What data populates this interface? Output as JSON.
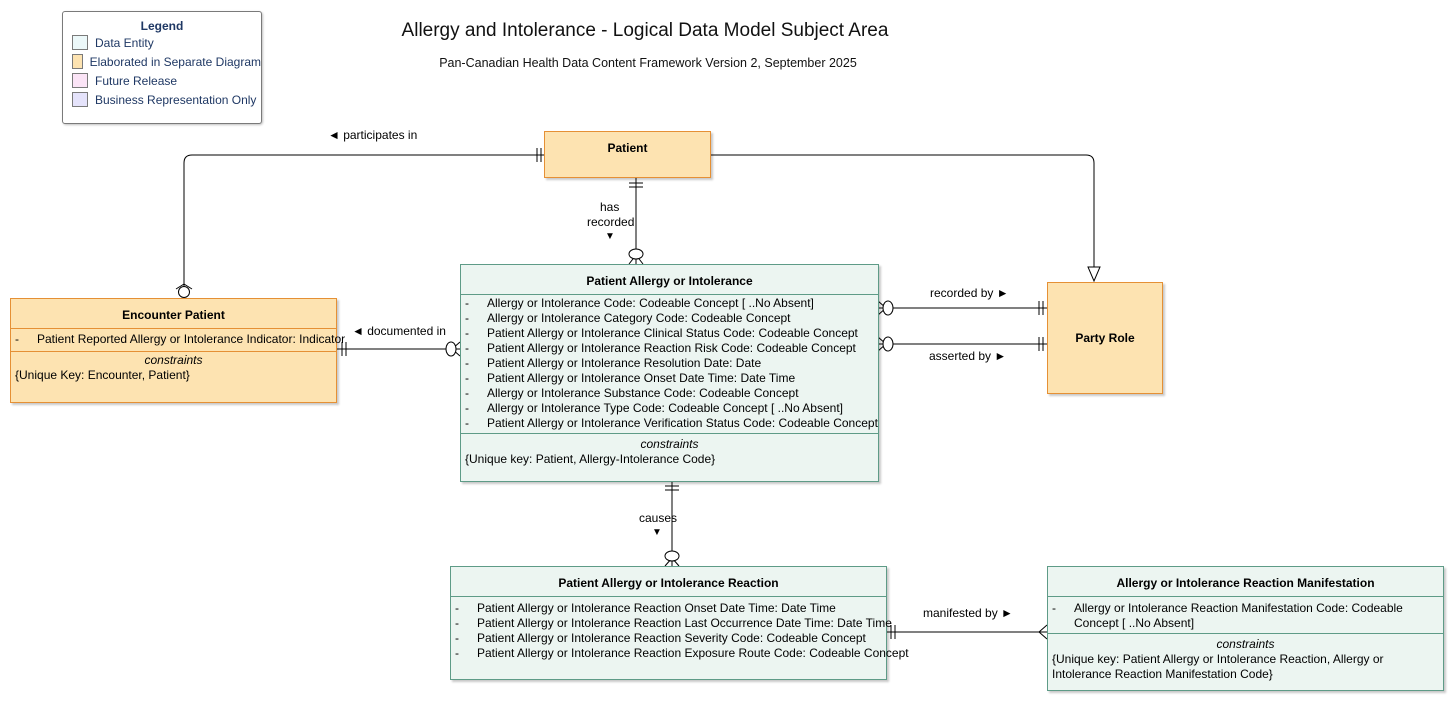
{
  "legend": {
    "title": "Legend",
    "items": [
      {
        "label": "Data Entity",
        "color": "#ecf8f9"
      },
      {
        "label": "Elaborated in Separate Diagram",
        "color": "#fde3b1"
      },
      {
        "label": "Future Release",
        "color": "#fbe4f6"
      },
      {
        "label": "Business Representation Only",
        "color": "#e5e3fb"
      }
    ]
  },
  "title": "Allergy and Intolerance - Logical Data Model Subject Area",
  "subtitle": "Pan-Canadian Health Data Content Framework Version 2, September 2025",
  "entities": {
    "patient": {
      "name": "Patient"
    },
    "party_role": {
      "name": "Party Role"
    },
    "encounter_patient": {
      "name": "Encounter Patient",
      "attributes": [
        "Patient Reported Allergy or Intolerance Indicator: Indicator"
      ],
      "constraints_label": "constraints",
      "constraints": "{Unique Key: Encounter, Patient}"
    },
    "patient_allergy": {
      "name": "Patient Allergy or Intolerance",
      "attributes": [
        "Allergy or Intolerance Code: Codeable Concept [ ..No Absent]",
        "Allergy or Intolerance Category Code: Codeable Concept",
        "Patient Allergy or Intolerance Clinical Status Code: Codeable Concept",
        "Patient Allergy or Intolerance Reaction Risk Code: Codeable Concept",
        "Patient Allergy or Intolerance Resolution Date: Date",
        "Patient Allergy or Intolerance Onset Date Time: Date Time",
        "Allergy or Intolerance Substance Code: Codeable Concept",
        "Allergy or Intolerance Type Code: Codeable Concept [ ..No Absent]",
        "Patient Allergy or Intolerance Verification Status Code: Codeable Concept"
      ],
      "constraints_label": "constraints",
      "constraints": "{Unique key: Patient, Allergy-Intolerance Code}"
    },
    "reaction": {
      "name": "Patient Allergy or Intolerance Reaction",
      "attributes": [
        "Patient Allergy or Intolerance Reaction Onset Date Time: Date Time",
        "Patient Allergy or Intolerance Reaction Last Occurrence Date Time: Date Time",
        "Patient Allergy or Intolerance Reaction Severity Code: Codeable Concept",
        "Patient Allergy or Intolerance Reaction Exposure Route Code: Codeable Concept"
      ]
    },
    "manifestation": {
      "name": "Allergy or Intolerance Reaction Manifestation",
      "attributes": [
        "Allergy or Intolerance Reaction Manifestation Code: Codeable Concept [ ..No Absent]"
      ],
      "constraints_label": "constraints",
      "constraints": "{Unique key: Patient Allergy or Intolerance Reaction, Allergy or Intolerance Reaction Manifestation Code}"
    }
  },
  "relationships": {
    "participates_in": "◄ participates in",
    "has_recorded_1": "has",
    "has_recorded_2": "recorded",
    "has_recorded_arrow": "▼",
    "documented_in": "◄ documented in",
    "recorded_by": "recorded by ►",
    "asserted_by": "asserted by ►",
    "causes": "causes",
    "causes_arrow": "▼",
    "manifested_by": "manifested by ►"
  }
}
